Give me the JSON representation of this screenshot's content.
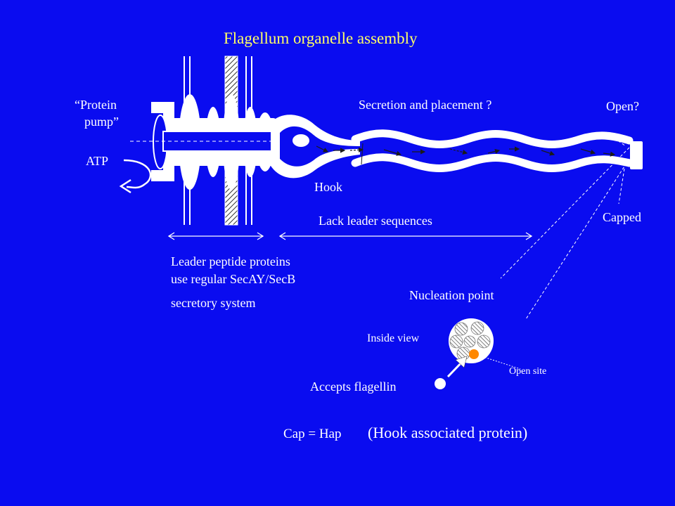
{
  "title": "Flagellum organelle assembly",
  "labels": {
    "protein_pump_line1": "“Protein",
    "protein_pump_line2": "pump”",
    "atp": "ATP",
    "secretion": "Secretion and placement ?",
    "open_q": "Open?",
    "hook": "Hook",
    "capped": "Capped",
    "lack_leader": "Lack leader sequences",
    "leader_line1": "Leader peptide proteins",
    "leader_line2": "use regular SecAY/SecB",
    "leader_line3": "secretory system",
    "nucleation": "Nucleation point",
    "inside_view": "Inside view",
    "open_site": "Open site",
    "accepts": "Accepts flagellin",
    "cap_eq": "Cap = Hap",
    "hap_full": "(Hook associated protein)"
  },
  "colors": {
    "background": "#0a0cf0",
    "title": "#ffff66",
    "text": "#ffffff",
    "open_site_dot": "#ff8800"
  }
}
